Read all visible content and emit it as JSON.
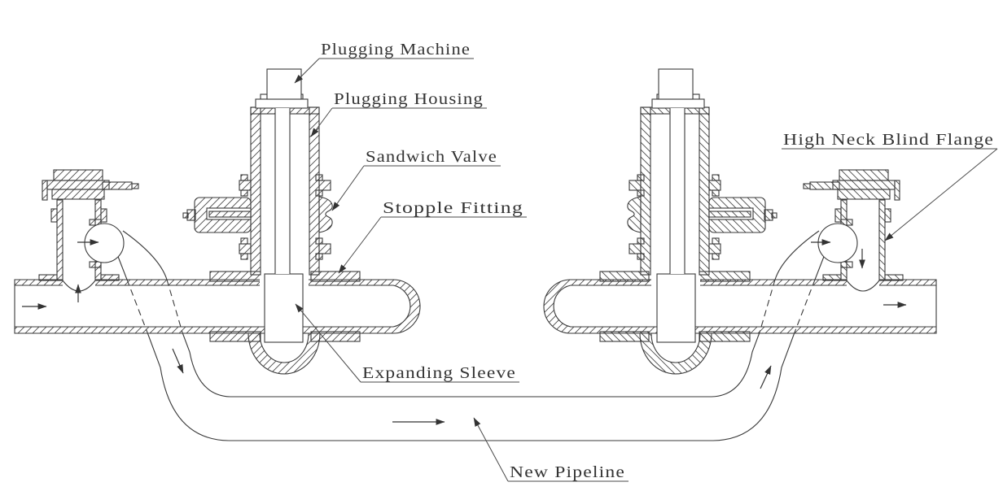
{
  "diagram": {
    "type": "engineering-section-drawing",
    "flow_direction": "left-to-right",
    "colors": {
      "line": "#3a3a3a",
      "background": "#ffffff"
    },
    "labels": {
      "plugging_machine": "Plugging Machine",
      "plugging_housing": "Plugging Housing",
      "sandwich_valve": "Sandwich Valve",
      "stopple_fitting": "Stopple Fitting",
      "expanding_sleeve": "Expanding Sleeve",
      "high_neck_blind_flange": "High Neck Blind Flange",
      "new_pipeline": "New Pipeline"
    }
  }
}
